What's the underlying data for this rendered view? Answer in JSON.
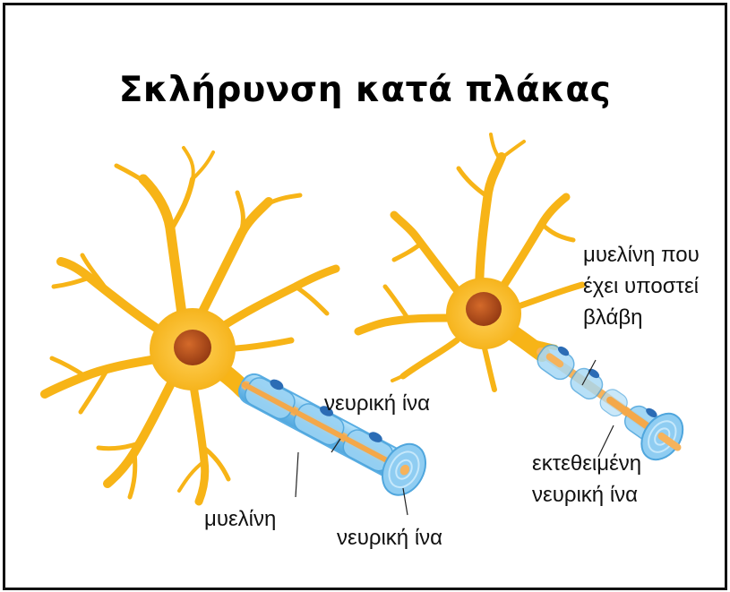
{
  "title": "Σκλήρυνση κατά πλάκας",
  "colors": {
    "neuron": "#F7B417",
    "nucleus": "#B04A16",
    "myelin": "#7CC3EE",
    "axon": "#F6B35C",
    "border": "#111111"
  },
  "labels": {
    "healthy_fiber_top": "νευρική ίνα",
    "healthy_myelin": "μυελίνη",
    "healthy_fiber_bottom": "νευρική ίνα",
    "damaged_myelin_line1": "μυελίνη που",
    "damaged_myelin_line2": "έχει υποστεί",
    "damaged_myelin_line3": "βλάβη",
    "exposed_fiber_line1": "εκτεθειμένη",
    "exposed_fiber_line2": "νευρική ίνα"
  }
}
